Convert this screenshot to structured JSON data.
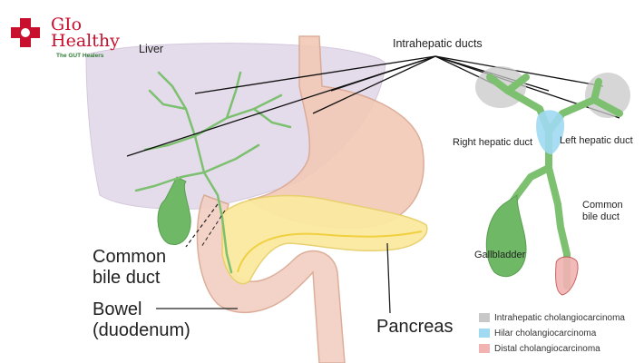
{
  "logo": {
    "line1": "GIo",
    "line2": "Healthy",
    "tagline": "The GUT Healers"
  },
  "labels": {
    "liver": "Liver",
    "intrahepatic": "Intrahepatic ducts",
    "right_hepatic": "Right hepatic duct",
    "left_hepatic": "Left hepatic duct",
    "common_bile_small": [
      "Common",
      "bile duct"
    ],
    "gallbladder": "Gallbladder",
    "common_bile_large": [
      "Common",
      "bile duct"
    ],
    "bowel": [
      "Bowel",
      "(duodenum)"
    ],
    "pancreas": "Pancreas"
  },
  "legend": [
    {
      "label": "Intrahepatic cholangiocarcinoma",
      "color": "#c8c8c8"
    },
    {
      "label": "Hilar cholangiocarcinoma",
      "color": "#9fd9f2"
    },
    {
      "label": "Distal cholangiocarcinoma",
      "color": "#f2b3b3"
    }
  ],
  "colors": {
    "liver": "#e4dbea",
    "stomach": "#f2c9b6",
    "pancreas": "#fbe9a0",
    "duct": "#7cc070",
    "logo_red": "#c8102e"
  }
}
